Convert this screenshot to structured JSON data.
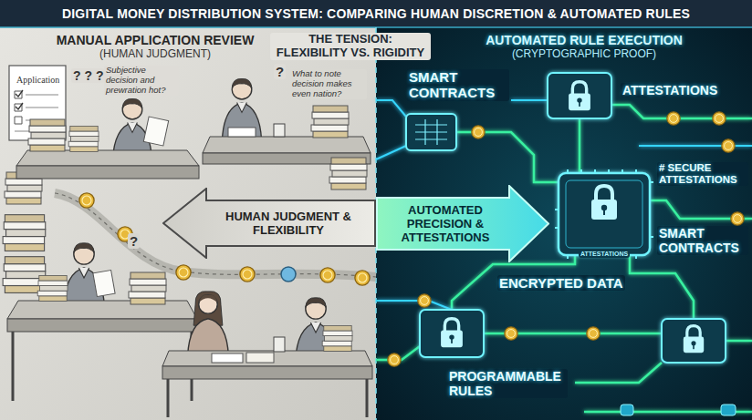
{
  "diagram": {
    "title": "DIGITAL MONEY DISTRIBUTION SYSTEM: COMPARING HUMAN DISCRETION & AUTOMATED RULES",
    "nodes": [
      {
        "text": [
          "MANUAL APPLICATION REVIEW",
          "(HUMAN JUDGMENT)"
        ]
      },
      {
        "text": [
          "HUMAN JUDGMENT & FLEXIBILITY"
        ]
      },
      {
        "text": [
          "AUTOMATED PRECISION & ATTESTATIONS"
        ]
      },
      {
        "text": [
          "AUTOMATED RULE EXECUTION",
          "(CRYPTOGRAPHIC PROOF)"
        ]
      }
    ],
    "labels": [
      "THE TENSION: FLEXIBILITY VS. RIGIDITY",
      "Application",
      "? ? ?",
      "Subjective decision and prewration hot?",
      "?",
      "What to note decision makes even nation?",
      "?",
      "SMART CONTRACTS",
      "ATTESTATIONS",
      "ATTESTATIONS",
      "# SECURE ATTESTATIONS",
      "SMART CONTRACTS",
      "ENCRYPTED DATA",
      "PROGRAMMABLE RULES"
    ]
  }
}
